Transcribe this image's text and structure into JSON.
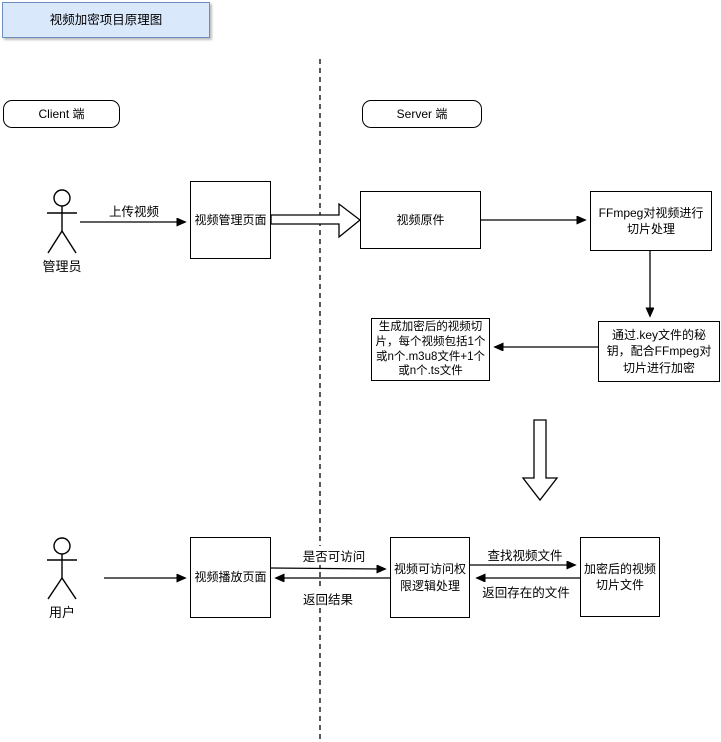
{
  "title": {
    "text": "视频加密项目原理图"
  },
  "lanes": {
    "client": "Client 端",
    "server": "Server 端"
  },
  "actors": {
    "admin": "管理员",
    "user": "用户"
  },
  "nodes": {
    "manage_page": "视频管理页面",
    "original_video": "视频原件",
    "ffmpeg_slice": "FFmpeg对视频进行切片处理",
    "key_encrypt": "通过.key文件的秘钥，配合FFmpeg对切片进行加密",
    "encrypted_slices_gen": "生成加密后的视频切片，每个视频包括1个或n个.m3u8文件+1个或n个.ts文件",
    "play_page": "视频播放页面",
    "access_logic": "视频可访问权限逻辑处理",
    "encrypted_files": "加密后的视频切片文件"
  },
  "edge_labels": {
    "upload": "上传视频",
    "can_access": "是否可访问",
    "return_result": "返回结果",
    "find_video": "查找视频文件",
    "return_existing": "返回存在的文件"
  },
  "colors": {
    "title_fill": "#dae8fc",
    "title_border": "#6c8ebf",
    "stroke": "#000000",
    "background": "#ffffff"
  }
}
